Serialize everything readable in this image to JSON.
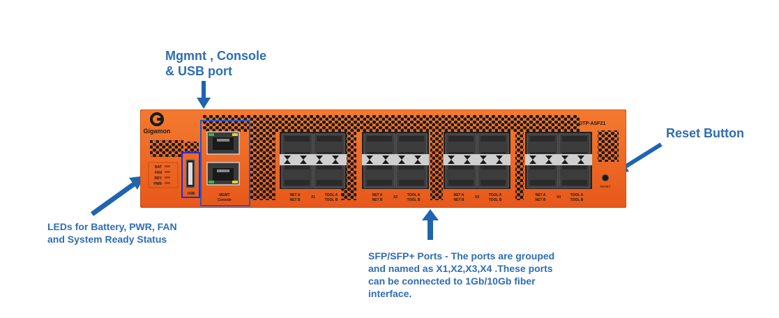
{
  "callouts": {
    "mgmt": {
      "line1": "Mgmnt , Console",
      "line2": "& USB port"
    },
    "reset": "Reset Button",
    "leds": {
      "line1": "LEDs for Battery, PWR, FAN",
      "line2": "and System Ready Status"
    },
    "sfp": {
      "line1": "SFP/SFP+ Ports - The ports are grouped",
      "line2_pre": "and named as ",
      "line2_bold": "X1,X2,X3,X4",
      "line2_post": " .These ports",
      "line3": "can be connected to 1Gb/10Gb fiber",
      "line4": "interface."
    }
  },
  "device": {
    "brand": "Gigamon",
    "model": "GTP-ASF21",
    "led_labels": [
      "BAT",
      "FAN",
      "RDY",
      "PWR"
    ],
    "usb_label": "USB",
    "mgmt_label": "MGMT",
    "console_label": "Console",
    "reset_label": "RESET",
    "port_groups": [
      {
        "name": "X1",
        "left_top": "NET A",
        "left_bottom": "NET B",
        "right_top": "TOOL A",
        "right_bottom": "TOOL B"
      },
      {
        "name": "X2",
        "left_top": "NET A",
        "left_bottom": "NET B",
        "right_top": "TOOL A",
        "right_bottom": "TOOL B"
      },
      {
        "name": "X3",
        "left_top": "NET A",
        "left_bottom": "NET B",
        "right_top": "TOOL A",
        "right_bottom": "TOOL B"
      },
      {
        "name": "X4",
        "left_top": "NET A",
        "left_bottom": "NET B",
        "right_top": "TOOL A",
        "right_bottom": "TOOL B"
      }
    ]
  },
  "colors": {
    "chassis": "#f26522",
    "chassis_dark": "#c94a10",
    "callout_text": "#2e6db4",
    "arrow": "#1f64b0",
    "highlight_box": "#2a56c6"
  }
}
